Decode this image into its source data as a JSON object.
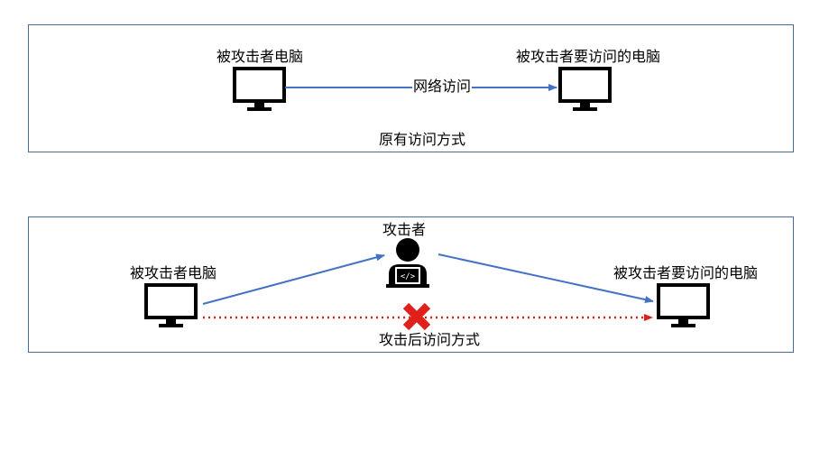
{
  "top": {
    "source_label": "被攻击者电脑",
    "target_label": "被攻击者要访问的电脑",
    "edge_label": "网络访问",
    "caption": "原有访问方式"
  },
  "bottom": {
    "attacker_label": "攻击者",
    "source_label": "被攻击者电脑",
    "target_label": "被攻击者要访问的电脑",
    "caption": "攻击后访问方式"
  },
  "colors": {
    "border": "#4a6a9a",
    "arrow": "#4472c4",
    "blocked": "#e0201b",
    "icon": "#000000"
  },
  "icons": {
    "monitor": "monitor-icon",
    "attacker": "hacker-laptop-icon",
    "blocked": "red-x-icon"
  }
}
